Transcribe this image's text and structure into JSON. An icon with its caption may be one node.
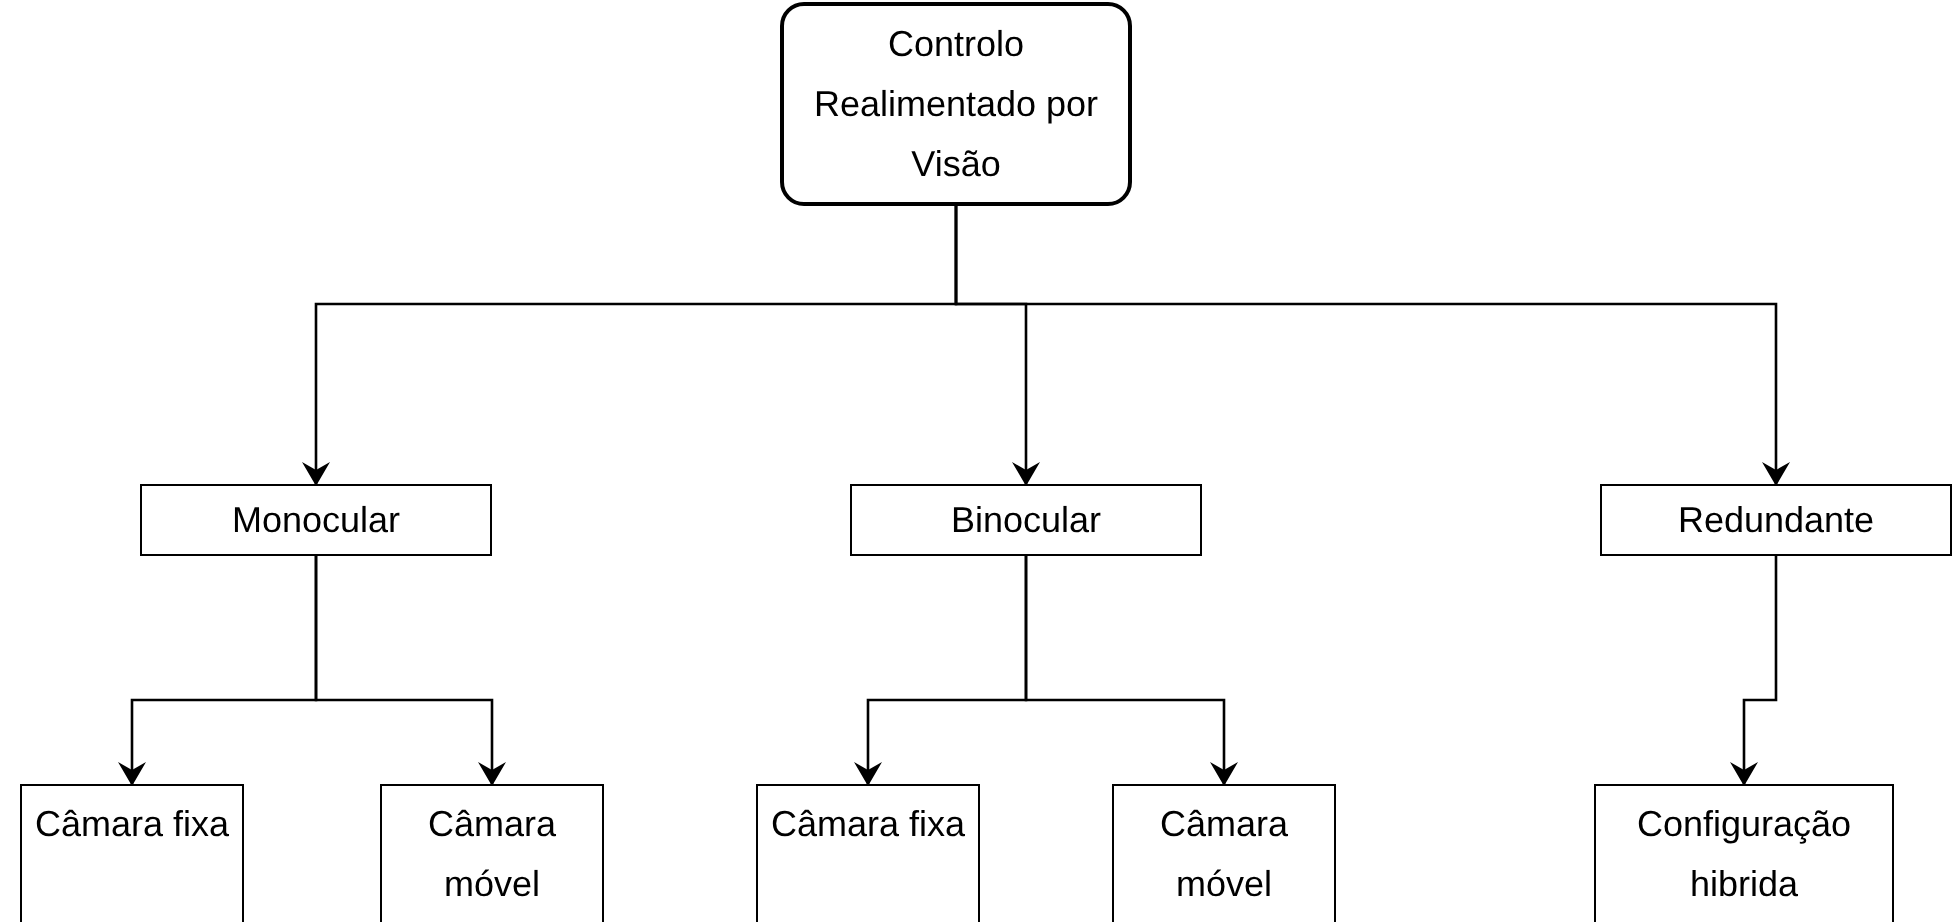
{
  "diagram": {
    "nodes": [
      {
        "text": [
          "Controlo Realimentado por Visão"
        ]
      },
      {
        "text": [
          "Monocular"
        ]
      },
      {
        "text": [
          "Binocular"
        ]
      },
      {
        "text": [
          "Redundante"
        ]
      },
      {
        "text": [
          "Câmara fixa"
        ]
      },
      {
        "text": [
          "Câmara móvel"
        ]
      },
      {
        "text": [
          "Câmara fixa"
        ]
      },
      {
        "text": [
          "Câmara móvel"
        ]
      },
      {
        "text": [
          "Configuração hibrida"
        ]
      }
    ],
    "edges": [
      {
        "from": 0,
        "to": 1,
        "arrow": "to"
      },
      {
        "from": 0,
        "to": 2,
        "arrow": "to"
      },
      {
        "from": 0,
        "to": 3,
        "arrow": "to"
      },
      {
        "from": 1,
        "to": 4,
        "arrow": "to"
      },
      {
        "from": 1,
        "to": 5,
        "arrow": "to"
      },
      {
        "from": 2,
        "to": 6,
        "arrow": "to"
      },
      {
        "from": 2,
        "to": 7,
        "arrow": "to"
      },
      {
        "from": 3,
        "to": 8,
        "arrow": "to"
      }
    ]
  }
}
